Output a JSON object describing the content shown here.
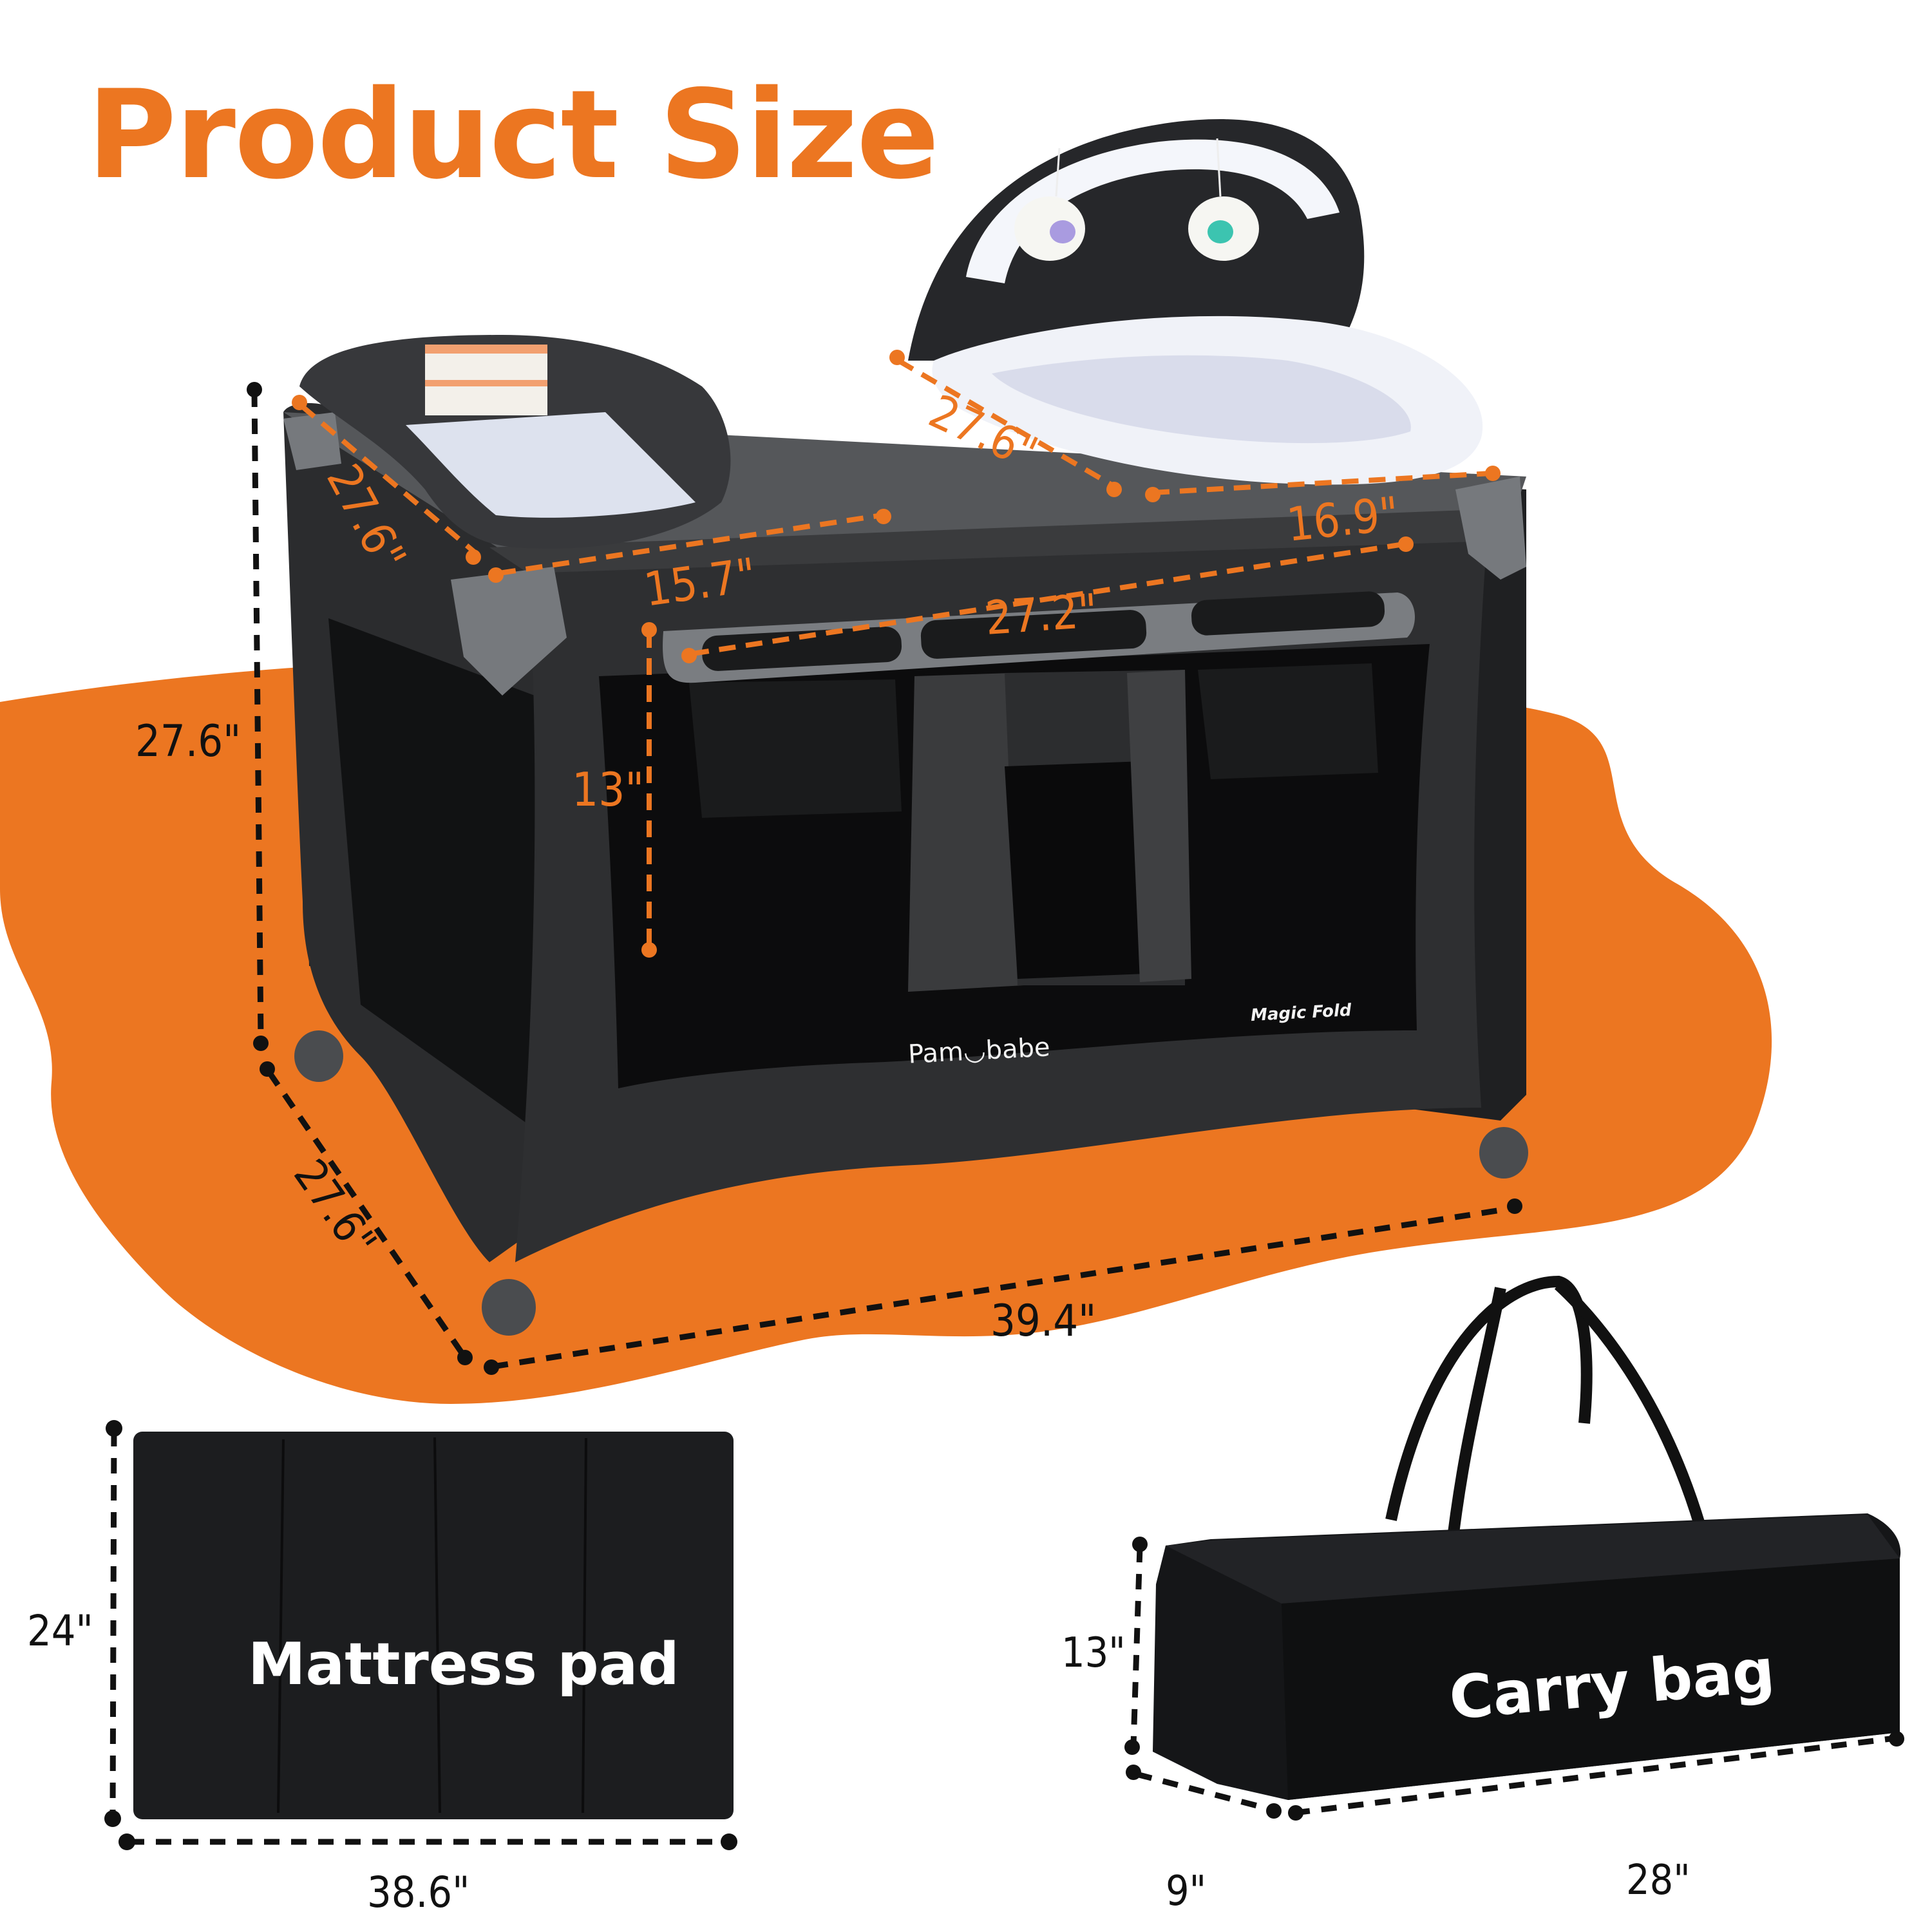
{
  "header": {
    "title": "Product Size"
  },
  "colors": {
    "accent": "#EC7621",
    "product_dark": "#2e2f31",
    "frame_gray": "#6b6e72",
    "bag_black": "#151618"
  },
  "playard": {
    "brand": "Pam◡babe",
    "badge": "Magic Fold",
    "dimensions": {
      "overall_height": "27.6\"",
      "overall_depth": "27.6\"",
      "overall_width": "39.4\"",
      "changer_depth": "27.6\"",
      "changer_width": "15.7\"",
      "bassinet_depth": "27.6\"",
      "bassinet_width": "16.9\"",
      "organizer_width": "27.2\"",
      "organizer_height": "13\""
    }
  },
  "mattress_pad": {
    "label": "Mattress pad",
    "height": "24\"",
    "width": "38.6\""
  },
  "carry_bag": {
    "label": "Carry bag",
    "height": "13\"",
    "depth": "9\"",
    "width": "28\""
  }
}
